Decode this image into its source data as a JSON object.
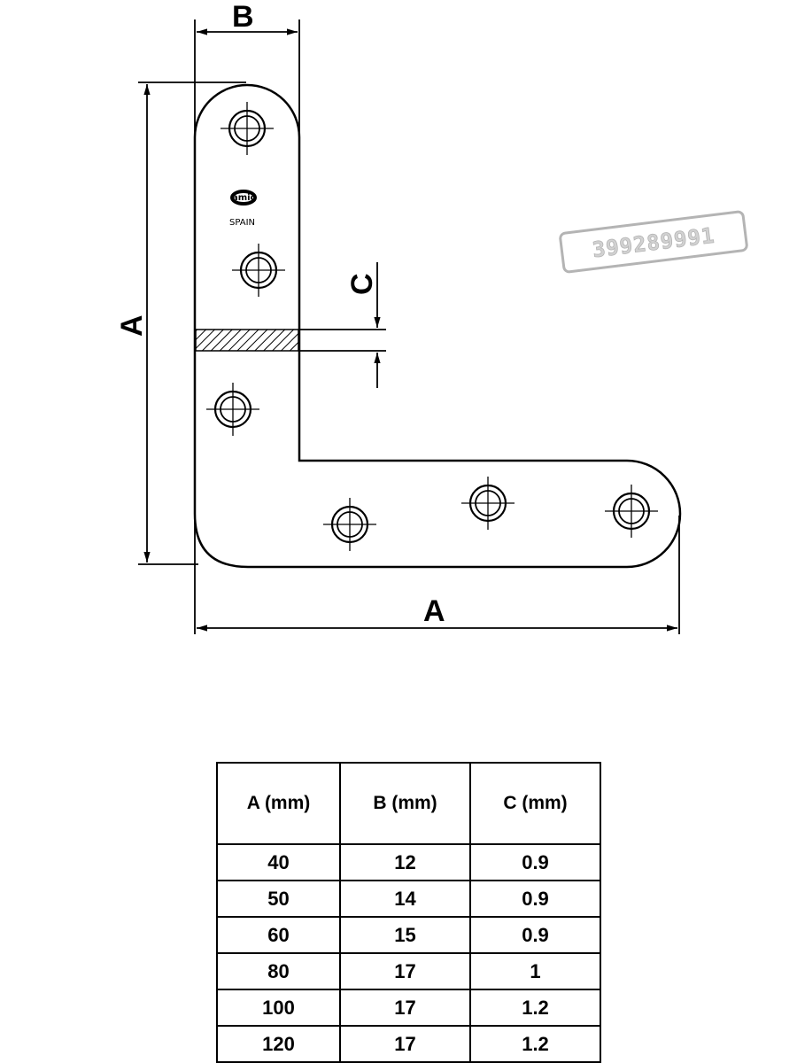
{
  "drawing": {
    "dim_a_vertical": "A",
    "dim_a_horizontal": "A",
    "dim_b": "B",
    "dim_c": "C",
    "maker_mark": "SPAIN",
    "watermark": "399289991"
  },
  "table": {
    "headers": [
      "A (mm)",
      "B (mm)",
      "C (mm)"
    ],
    "rows": [
      [
        "40",
        "12",
        "0.9"
      ],
      [
        "50",
        "14",
        "0.9"
      ],
      [
        "60",
        "15",
        "0.9"
      ],
      [
        "80",
        "17",
        "1"
      ],
      [
        "100",
        "17",
        "1.2"
      ],
      [
        "120",
        "17",
        "1.2"
      ]
    ]
  }
}
